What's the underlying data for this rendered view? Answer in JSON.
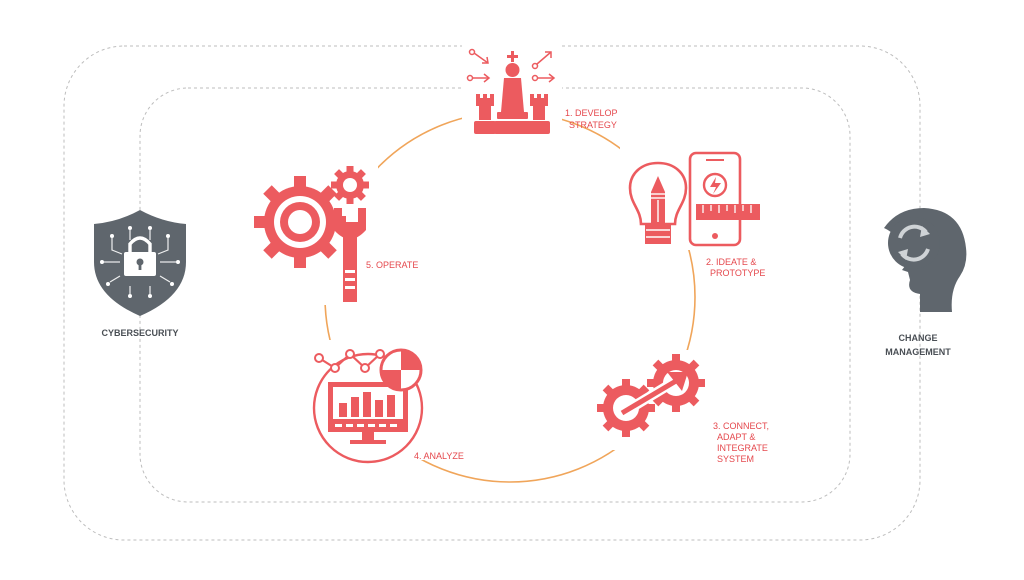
{
  "colors": {
    "accent": "#ec5b5f",
    "ring": "#f0a55a",
    "frame": "#bdbdbd",
    "shield": "#5f666d",
    "head": "#5f666d"
  },
  "outer": {
    "left_label": "CYBERSECURITY",
    "right_label_line1": "CHANGE",
    "right_label_line2": "MANAGEMENT"
  },
  "steps": [
    {
      "icon": "chess-strategy-icon",
      "line1": "1. DEVELOP",
      "line2": "STRATEGY"
    },
    {
      "icon": "lightbulb-phone-icon",
      "line1": "2. IDEATE &",
      "line2": "PROTOTYPE"
    },
    {
      "icon": "linked-gears-icon",
      "line1": "3. CONNECT,",
      "line2": "ADAPT &",
      "line3": "INTEGRATE",
      "line4": "SYSTEM"
    },
    {
      "icon": "analytics-monitor-icon",
      "line1": "4. ANALYZE"
    },
    {
      "icon": "gear-wrench-icon",
      "line1": "5. OPERATE"
    }
  ]
}
